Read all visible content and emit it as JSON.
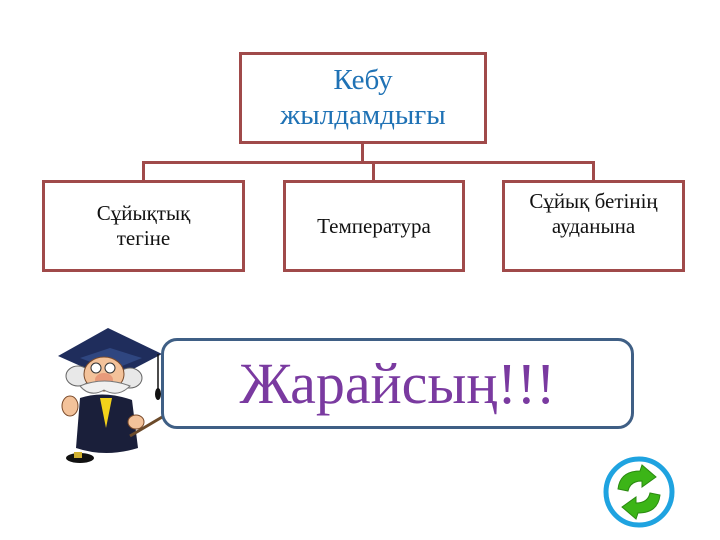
{
  "diagram": {
    "root": {
      "line1": "Кебу",
      "line2": "жылдамдығы",
      "color": "#1f72b5"
    },
    "children": [
      {
        "line1": "Сұйықтық",
        "line2": "тегіне"
      },
      {
        "line1": "Температура",
        "line2": ""
      },
      {
        "line1": "Сұйық бетінің",
        "line2": "ауданына"
      }
    ],
    "border_color": "#a04a4a"
  },
  "feedback": {
    "text": "Жарайсың!!!",
    "text_color": "#7a3aa0",
    "border_color": "#3f5f85"
  },
  "icons": {
    "teacher": "professor-mascot-icon",
    "refresh": "refresh-icon",
    "refresh_ring_color": "#1fa3e0",
    "refresh_arrow_color": "#3cb517"
  }
}
